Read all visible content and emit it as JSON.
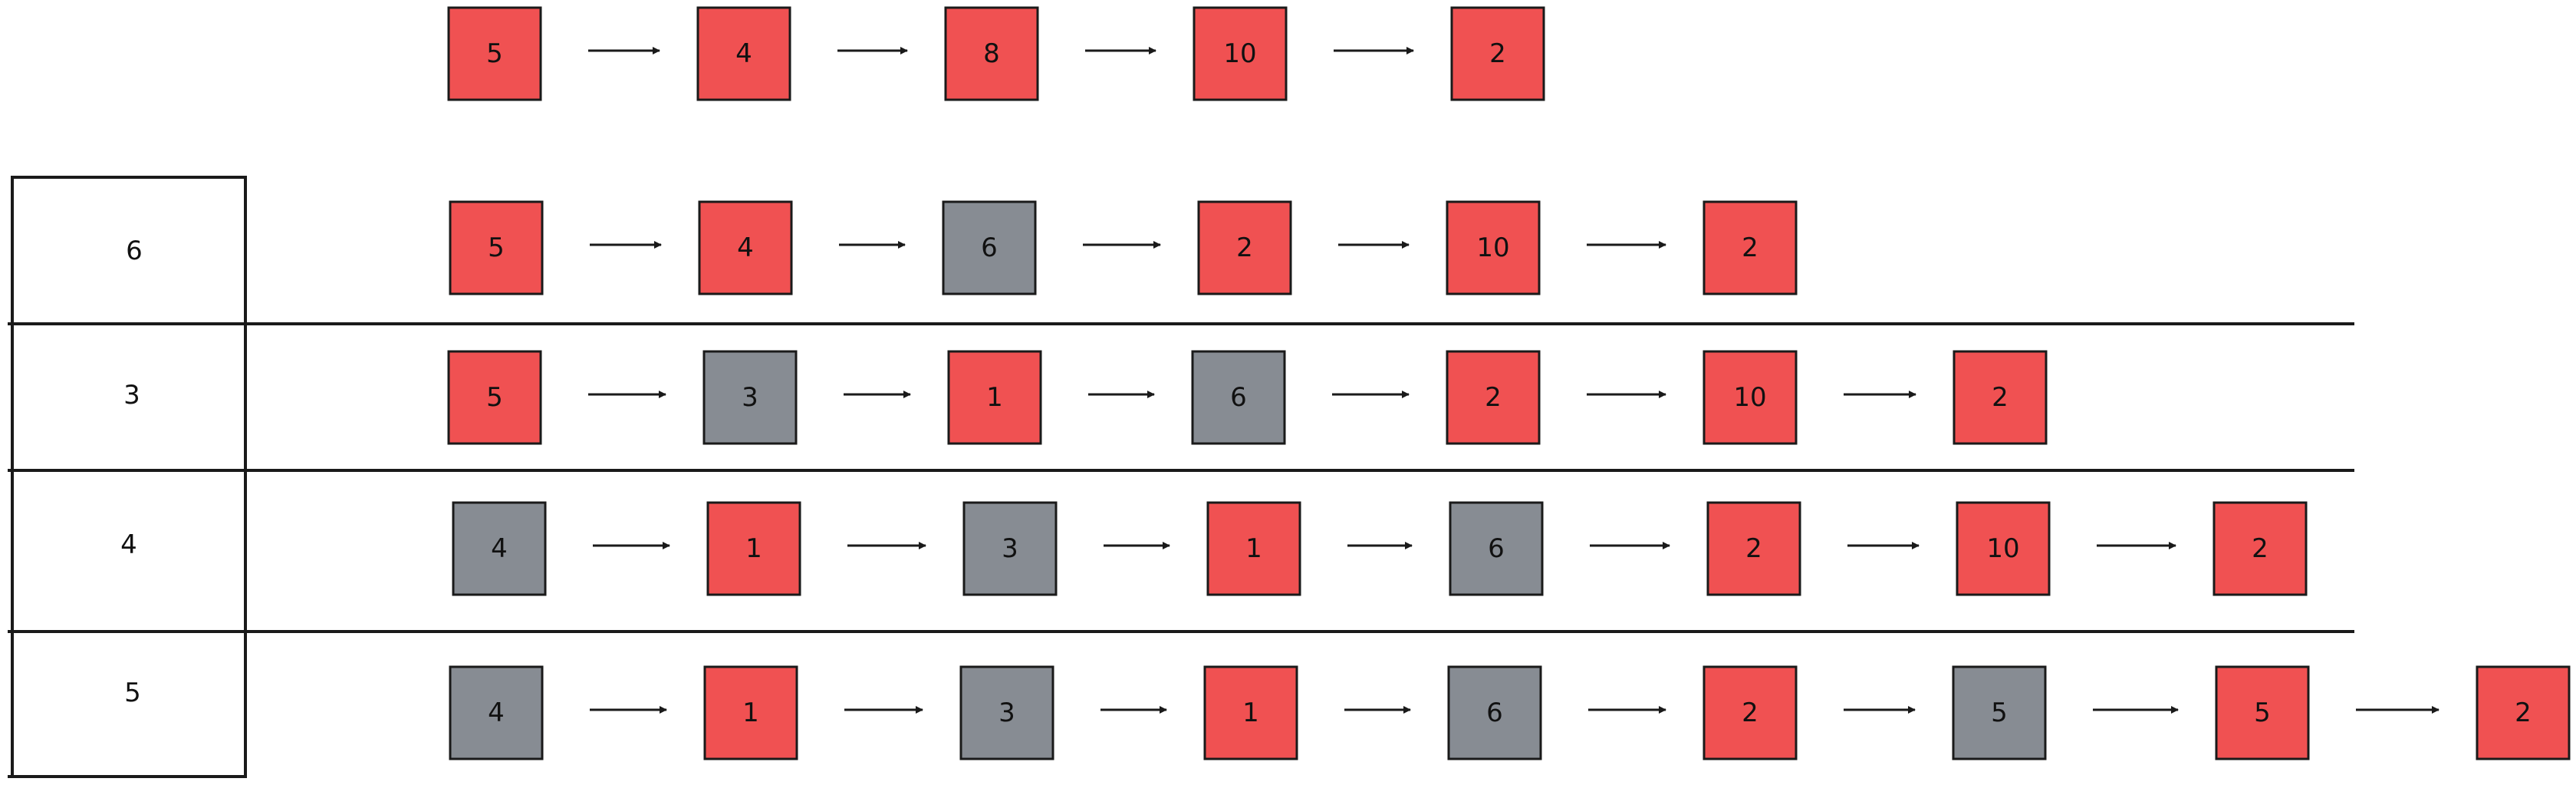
{
  "colors": {
    "red_node": "#f05152",
    "gray_node": "#878c93",
    "stroke": "#1a1a1a",
    "background": "#ffffff"
  },
  "chains": [
    {
      "id": "initial",
      "row_label": "",
      "nodes": [
        {
          "value": "5",
          "color": "red"
        },
        {
          "value": "4",
          "color": "red"
        },
        {
          "value": "8",
          "color": "red"
        },
        {
          "value": "10",
          "color": "red"
        },
        {
          "value": "2",
          "color": "red"
        }
      ]
    },
    {
      "id": "insert-6",
      "row_label": "6",
      "nodes": [
        {
          "value": "5",
          "color": "red"
        },
        {
          "value": "4",
          "color": "red"
        },
        {
          "value": "6",
          "color": "gray"
        },
        {
          "value": "2",
          "color": "red"
        },
        {
          "value": "10",
          "color": "red"
        },
        {
          "value": "2",
          "color": "red"
        }
      ]
    },
    {
      "id": "insert-3",
      "row_label": "3",
      "nodes": [
        {
          "value": "5",
          "color": "red"
        },
        {
          "value": "3",
          "color": "gray"
        },
        {
          "value": "1",
          "color": "red"
        },
        {
          "value": "6",
          "color": "gray"
        },
        {
          "value": "2",
          "color": "red"
        },
        {
          "value": "10",
          "color": "red"
        },
        {
          "value": "2",
          "color": "red"
        }
      ]
    },
    {
      "id": "insert-4",
      "row_label": "4",
      "nodes": [
        {
          "value": "4",
          "color": "gray"
        },
        {
          "value": "1",
          "color": "red"
        },
        {
          "value": "3",
          "color": "gray"
        },
        {
          "value": "1",
          "color": "red"
        },
        {
          "value": "6",
          "color": "gray"
        },
        {
          "value": "2",
          "color": "red"
        },
        {
          "value": "10",
          "color": "red"
        },
        {
          "value": "2",
          "color": "red"
        }
      ]
    },
    {
      "id": "insert-5",
      "row_label": "5",
      "nodes": [
        {
          "value": "4",
          "color": "gray"
        },
        {
          "value": "1",
          "color": "red"
        },
        {
          "value": "3",
          "color": "gray"
        },
        {
          "value": "1",
          "color": "red"
        },
        {
          "value": "6",
          "color": "gray"
        },
        {
          "value": "2",
          "color": "red"
        },
        {
          "value": "5",
          "color": "gray"
        },
        {
          "value": "5",
          "color": "red"
        },
        {
          "value": "2",
          "color": "red"
        }
      ]
    }
  ]
}
